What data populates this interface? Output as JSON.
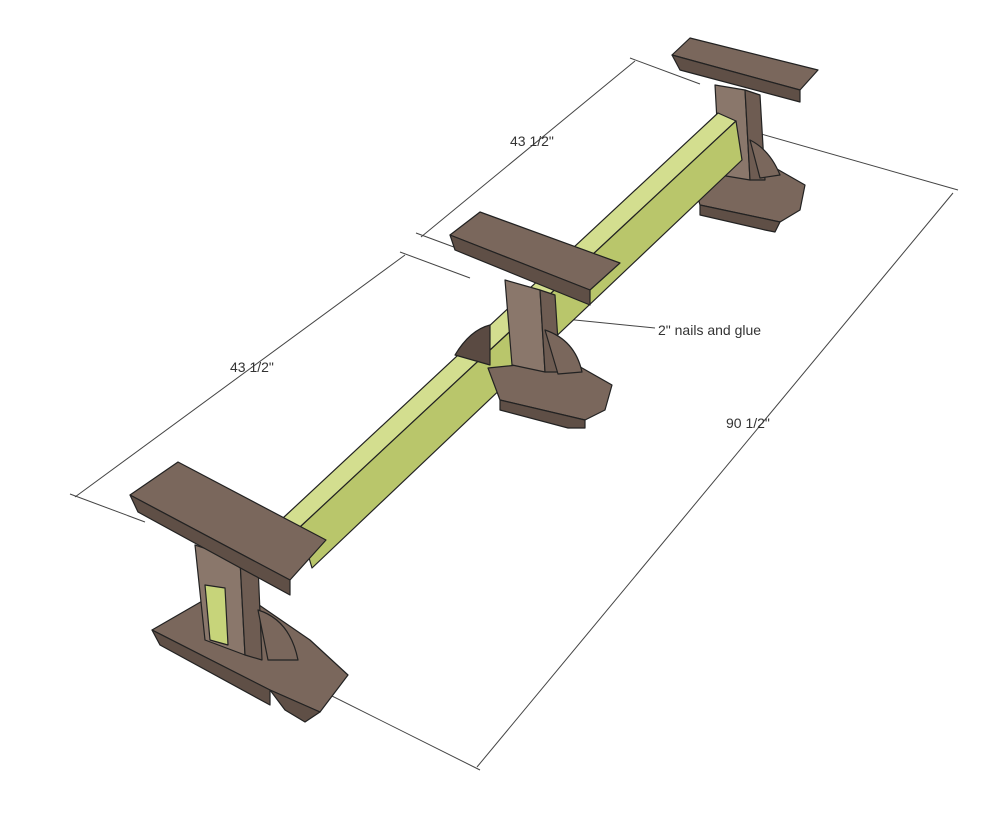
{
  "dimensions": {
    "span_top": "43 1/2\"",
    "span_bottom": "43 1/2\"",
    "overall_length": "90 1/2\""
  },
  "callout": {
    "fastener_note": "2\" nails and glue"
  },
  "colors": {
    "wood_stain": "#7a675c",
    "stretcher_new": "#c7d47a",
    "lines": "#333333",
    "background": "#ffffff"
  }
}
